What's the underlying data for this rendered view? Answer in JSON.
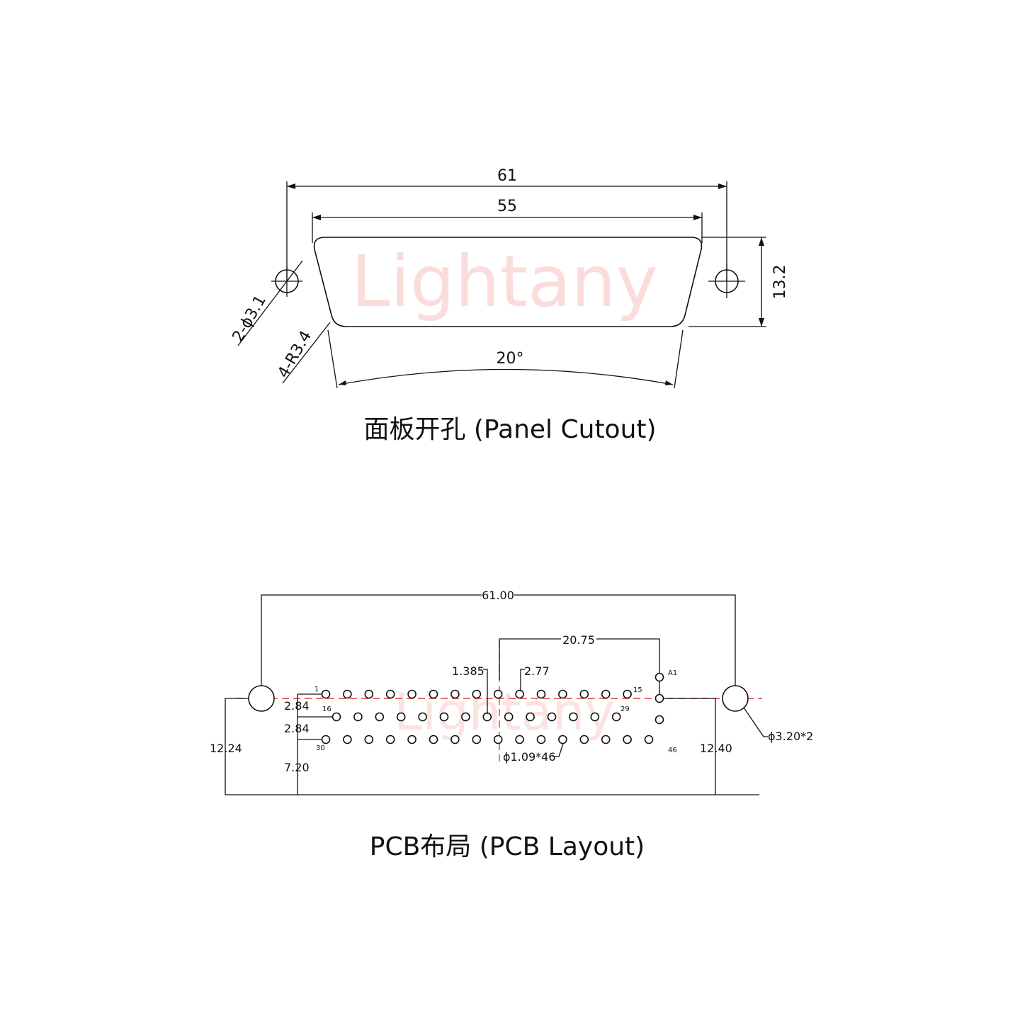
{
  "watermark": "Lightany",
  "panel": {
    "caption": "面板开孔 (Panel Cutout)",
    "dims": {
      "overall": "61",
      "body": "55",
      "height": "13.2",
      "hole": "2-ϕ3.1",
      "radius": "4-R3.4",
      "angle": "20°"
    }
  },
  "pcb": {
    "caption": "PCB布局 (PCB Layout)",
    "dims": {
      "overall": "61.00",
      "offset": "20.75",
      "half_pitch": "1.385",
      "pitch": "2.77",
      "row_spacing_1": "2.84",
      "row_spacing_2": "2.84",
      "bottom": "7.20",
      "left_height": "12.24",
      "right_height": "12.40",
      "mount_hole": "ϕ3.20*2",
      "pin_hole": "ϕ1.09*46"
    },
    "pins": {
      "p1": "1",
      "p15": "15",
      "p16": "16",
      "p29": "29",
      "p30": "30",
      "p46": "46",
      "a1": "A1"
    }
  }
}
